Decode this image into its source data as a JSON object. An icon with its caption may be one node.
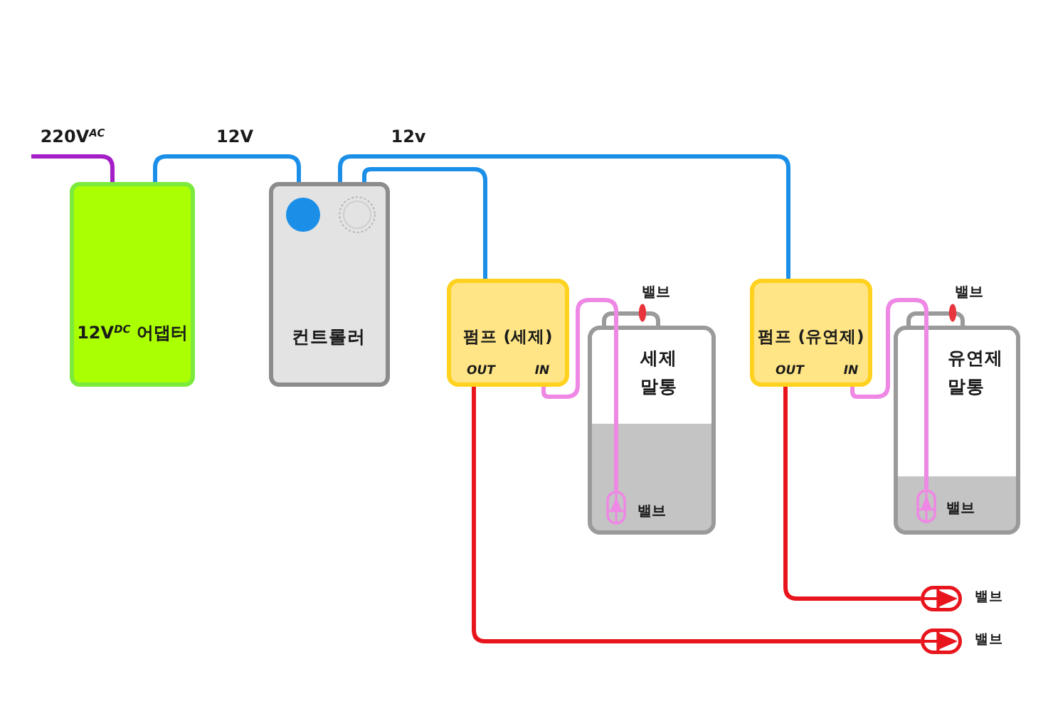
{
  "diagram": {
    "nodes": [
      {
        "text": [
          "12V$^{DC}$ 어댑터"
        ]
      },
      {
        "text": [
          "컨트롤러"
        ]
      },
      {
        "text": [
          "펌프 (세제)",
          "OUT",
          "IN"
        ]
      },
      {
        "text": [
          "세제 말통"
        ],
        "beside": [
          "밸브"
        ]
      },
      {
        "text": [],
        "shape": "valve",
        "beside": [
          "밸브"
        ],
        "in": 3
      },
      {
        "text": [
          "펌프 (유연제)",
          "OUT",
          "IN"
        ]
      },
      {
        "text": [
          "유연제 말통"
        ],
        "beside": [
          "밸브"
        ]
      },
      {
        "text": [],
        "shape": "valve",
        "beside": [
          "밸브"
        ],
        "in": 6
      },
      {
        "text": [],
        "shape": "valve",
        "beside": [
          "밸브"
        ]
      },
      {
        "text": [],
        "shape": "valve",
        "beside": [
          "밸브"
        ]
      }
    ],
    "edges": [
      {
        "from": null,
        "to": 0,
        "arrow": "none",
        "label": "220V$^{AC}$",
        "color": "#a51fc8"
      },
      {
        "from": 0,
        "to": 1,
        "arrow": "none",
        "label": "12V"
      },
      {
        "from": 1,
        "to": 2,
        "arrow": "none"
      },
      {
        "from": 1,
        "to": 5,
        "arrow": "none",
        "label": "12v"
      },
      {
        "from": 4,
        "to": 2,
        "arrow": "none",
        "color": "#ee88e4"
      },
      {
        "from": 7,
        "to": 5,
        "arrow": "none",
        "color": "#ee88e4"
      },
      {
        "from": 2,
        "to": 9,
        "arrow": "none",
        "color": "#e8151d"
      },
      {
        "from": 5,
        "to": 8,
        "arrow": "none",
        "color": "#e8151d"
      }
    ]
  }
}
